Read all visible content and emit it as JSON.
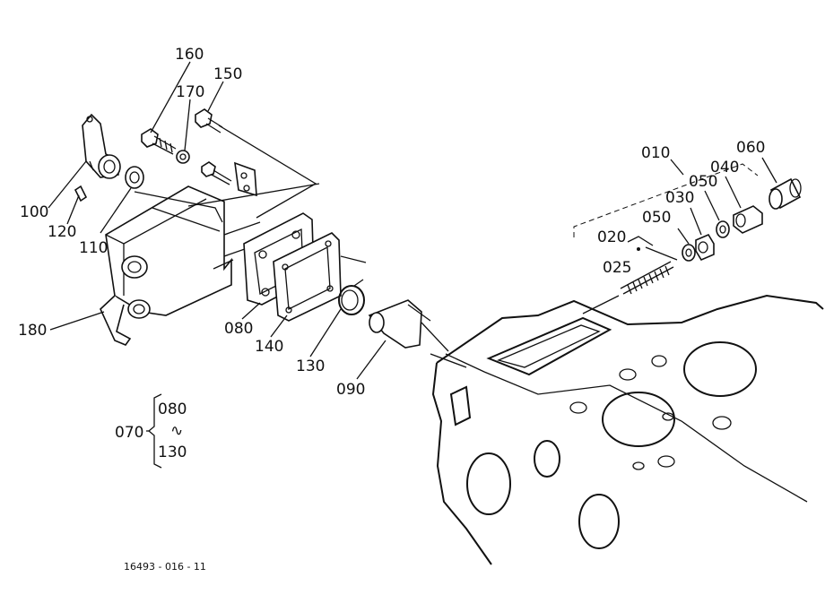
{
  "diagram": {
    "callouts": {
      "p010": "010",
      "p020": "020",
      "p025": "025",
      "p030": "030",
      "p040": "040",
      "p050a": "050",
      "p050b": "050",
      "p060": "060",
      "p070": "070",
      "p080": "080",
      "p090": "090",
      "p100": "100",
      "p110": "110",
      "p120": "120",
      "p130": "130",
      "p140": "140",
      "p150": "150",
      "p160": "160",
      "p170": "170",
      "p180": "180"
    },
    "group_070": {
      "from": "080",
      "tilde": "∿",
      "to": "130"
    },
    "drawing_number": "16493 - 016 - 11"
  }
}
